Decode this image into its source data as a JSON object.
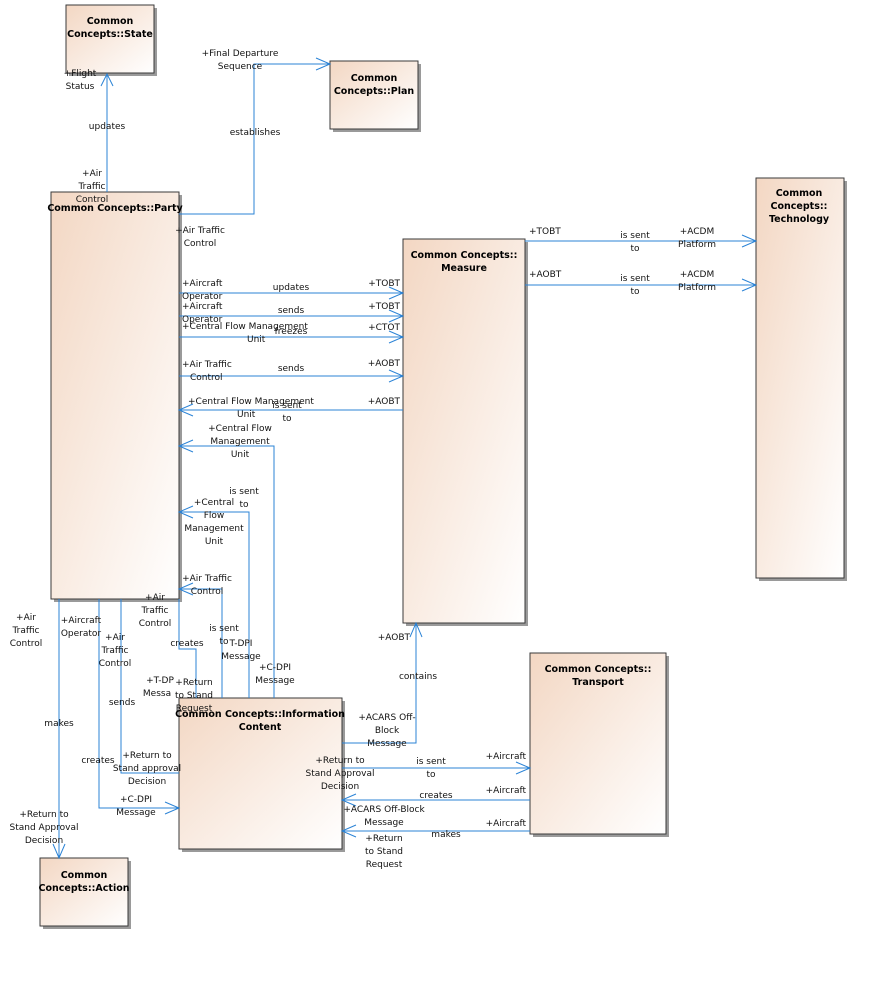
{
  "colors": {
    "box_fill_start": "#f3d7c3",
    "box_fill_end": "#ffffff",
    "connector": "#2b83d6",
    "border": "#3a3a3a"
  },
  "classes": {
    "state": [
      "Common",
      "Concepts::State"
    ],
    "plan": [
      "Common",
      "Concepts::Plan"
    ],
    "party": [
      "Common Concepts::Party"
    ],
    "measure": [
      "Common Concepts::",
      "Measure"
    ],
    "technology": [
      "Common",
      "Concepts::",
      "Technology"
    ],
    "transport": [
      "Common Concepts::",
      "Transport"
    ],
    "info": [
      "Common Concepts::Information",
      "Content"
    ],
    "action": [
      "Common",
      "Concepts::Action"
    ]
  },
  "labels": {
    "flight_status": [
      "+Flight",
      "Status"
    ],
    "updates_state": "updates",
    "air_traffic_control_top": [
      "+Air",
      "Traffic",
      "Control"
    ],
    "final_departure": [
      "+Final Departure",
      "Sequence"
    ],
    "establishes": "establishes",
    "atc_plan": [
      "+Air Traffic",
      "Control"
    ],
    "ao_updates_src": [
      "+Aircraft",
      "Operator"
    ],
    "updates_tobt": "updates",
    "tobt1": "+TOBT",
    "ao_sends_src": [
      "+Aircraft",
      "Operator"
    ],
    "sends_tobt": "sends",
    "tobt2": "+TOBT",
    "cfmu_freeze_src": [
      "+Central Flow Management",
      "Unit"
    ],
    "freezes": "freezes",
    "ctot": "+CTOT",
    "atc_sends_src": [
      "+Air Traffic",
      "Control"
    ],
    "sends_aobt": "sends",
    "aobt1": "+AOBT",
    "cfmu_sent_target": [
      "+Central Flow Management",
      "Unit"
    ],
    "is_sent_to_aobt": [
      "is sent",
      "to"
    ],
    "aobt2": "+AOBT",
    "tobt_tech": "+TOBT",
    "is_sent_to_tech1": [
      "is sent",
      "to"
    ],
    "acdm1": [
      "+ACDM",
      "Platform"
    ],
    "aobt_tech": "+AOBT",
    "is_sent_to_tech2": [
      "is sent",
      "to"
    ],
    "acdm2": [
      "+ACDM",
      "Platform"
    ],
    "cfmu_cdpi": [
      "+Central Flow",
      "Management",
      "Unit"
    ],
    "cfmu_tdpi_target": [
      "+Central",
      "Flow",
      "Management",
      "Unit"
    ],
    "is_sent_to_cfmu": [
      "is sent",
      "to"
    ],
    "atc_tdpi_target": [
      "+Air Traffic",
      "Control"
    ],
    "is_sent_to_atc": [
      "is sent",
      "to"
    ],
    "tdpi_msg": [
      "T-DPI",
      "Message"
    ],
    "cdpi_msg": [
      "+C-DPI",
      "Message"
    ],
    "atc_creates_src": [
      "+Air",
      "Traffic",
      "Control"
    ],
    "creates_tdpi": "creates",
    "tdp_msg": [
      "+T-DP",
      "Messa"
    ],
    "return_stand_req_info": [
      "+Return",
      "to Stand",
      "Request"
    ],
    "atc_makes_src": [
      "+Air",
      "Traffic",
      "Control"
    ],
    "makes": "makes",
    "return_decision_action": [
      "+Return to",
      "Stand Approval",
      "Decision"
    ],
    "ao_creates_src": [
      "+Aircraft",
      "Operator"
    ],
    "creates_cdpi": "creates",
    "cdpi_msg2": [
      "+C-DPI",
      "Message"
    ],
    "atc_sends_src2": [
      "+Air",
      "Traffic",
      "Control"
    ],
    "sends_approval": "sends",
    "return_approval_info": [
      "+Return to",
      "Stand approval",
      "Decision"
    ],
    "aobt_contains": "+AOBT",
    "contains": "contains",
    "acars_src": [
      "+ACARS Off-",
      "Block",
      "Message"
    ],
    "return_decision_src": [
      "+Return to",
      "Stand Approval",
      "Decision"
    ],
    "is_sent_to_aircraft": [
      "is sent",
      "to"
    ],
    "aircraft1": "+Aircraft",
    "acars_target": [
      "+ACARS Off-Block",
      "Message"
    ],
    "creates_acars": "creates",
    "aircraft2": "+Aircraft",
    "return_req_target": [
      "+Return",
      "to Stand",
      "Request"
    ],
    "makes_req": "makes",
    "aircraft3": "+Aircraft"
  }
}
